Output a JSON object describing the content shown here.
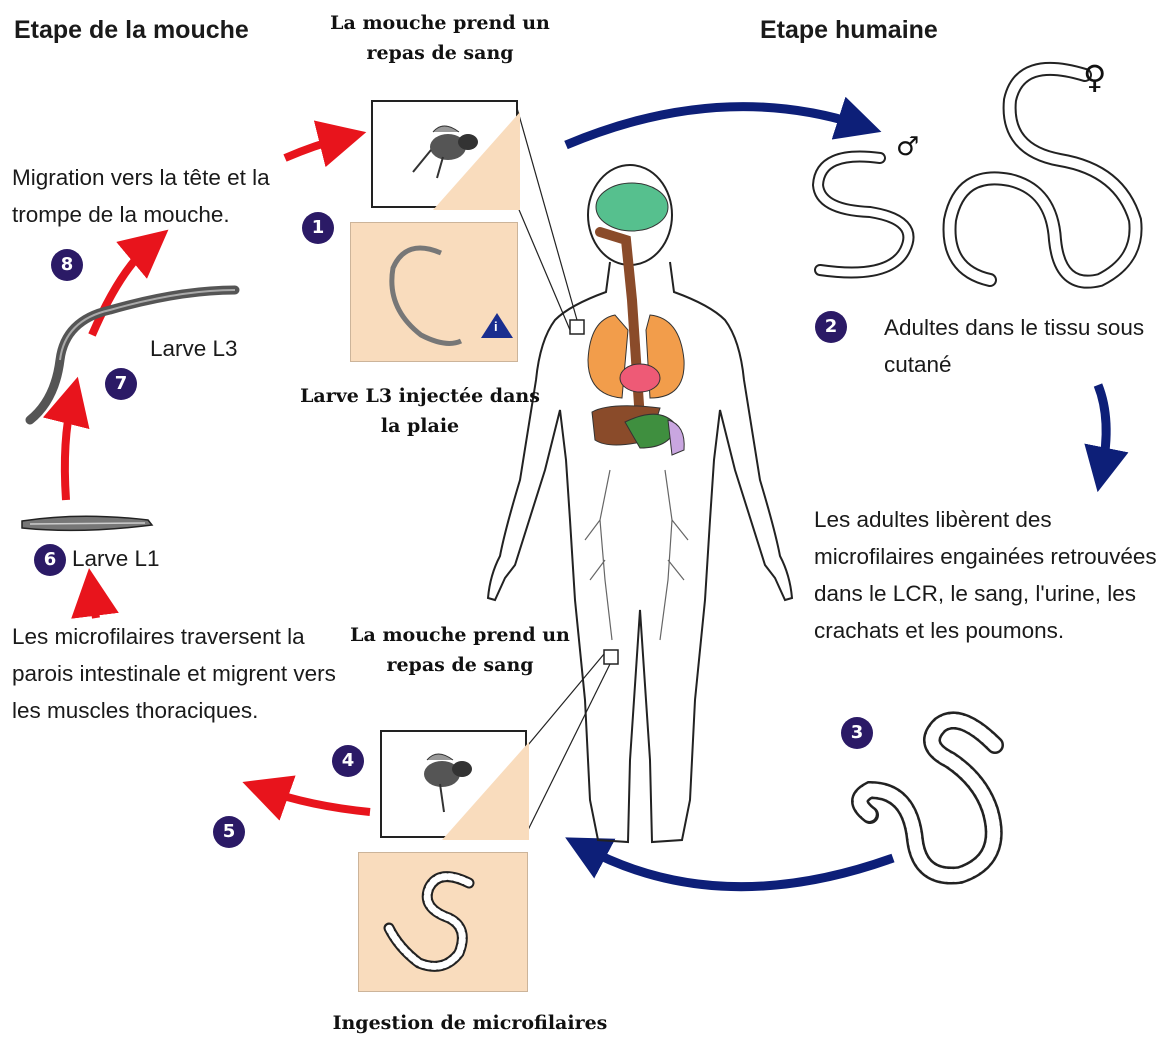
{
  "headings": {
    "fly_stage": "Etape de la mouche",
    "human_stage": "Etape humaine"
  },
  "captions": {
    "blood_meal_top": "La mouche prend un repas de sang",
    "l3_injected": "Larve L3 injectée dans la plaie",
    "blood_meal_bottom": "La mouche prend un repas de sang",
    "ingestion": "Ingestion de microfilaires"
  },
  "descriptions": {
    "migration": "Migration vers la tête et la trompe de la mouche.",
    "adults_tissue": "Adultes dans le tissu sous cutané",
    "adults_release": "Les adultes libèrent des microfilaires engainées retrouvées dans le LCR, le sang, l'urine, les crachats et les poumons.",
    "microfilariae_cross": "Les microfilaires traversent la parois intestinale et migrent vers les muscles thoraciques."
  },
  "labels": {
    "larva_l3": "Larve L3",
    "larva_l1": "Larve L1",
    "female_symbol": "♀",
    "male_symbol": "♂",
    "info_symbol": "i"
  },
  "steps": [
    "1",
    "2",
    "3",
    "4",
    "5",
    "6",
    "7",
    "8"
  ],
  "colors": {
    "red_arrow": "#e8141c",
    "blue_arrow": "#0d1f78",
    "badge": "#2b1a66",
    "peach": "#f9dcbd",
    "brain": "#56c08e",
    "lungs": "#f29d4b",
    "heart": "#ee5a76",
    "liver": "#8a4b2a",
    "stomach": "#3f8f3f",
    "kidney": "#c9a6e0"
  }
}
